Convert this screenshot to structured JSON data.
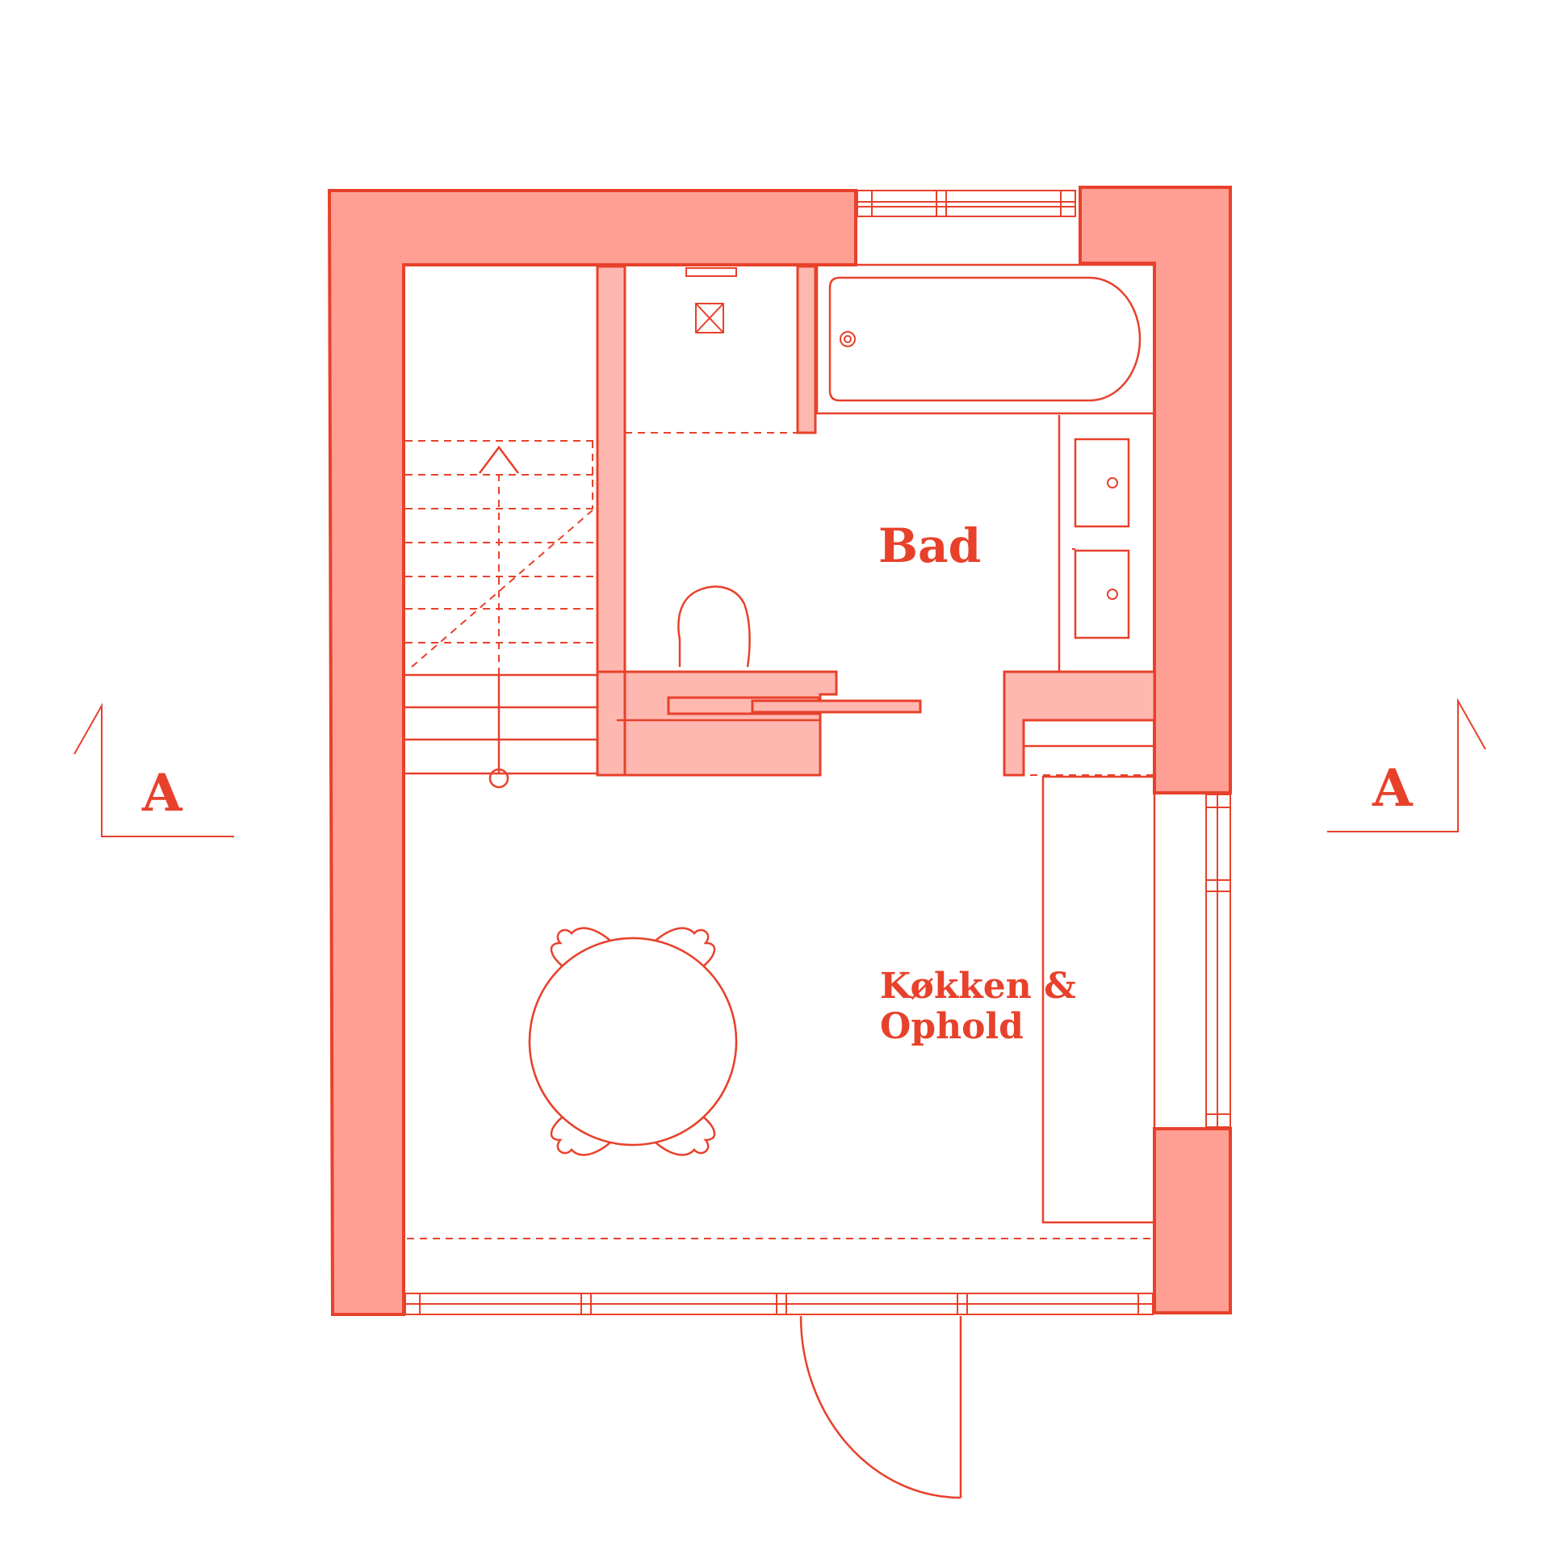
{
  "rooms": {
    "bathroom": "Bad",
    "kitchen_line1": "Køkken &",
    "kitchen_line2": "Ophold"
  },
  "section_markers": {
    "left": "A",
    "right": "A"
  },
  "colors": {
    "line": "#e8412b",
    "wall_fill": "#ff9f94",
    "partition_fill": "#ffb8b0",
    "background": "#ffffff"
  }
}
